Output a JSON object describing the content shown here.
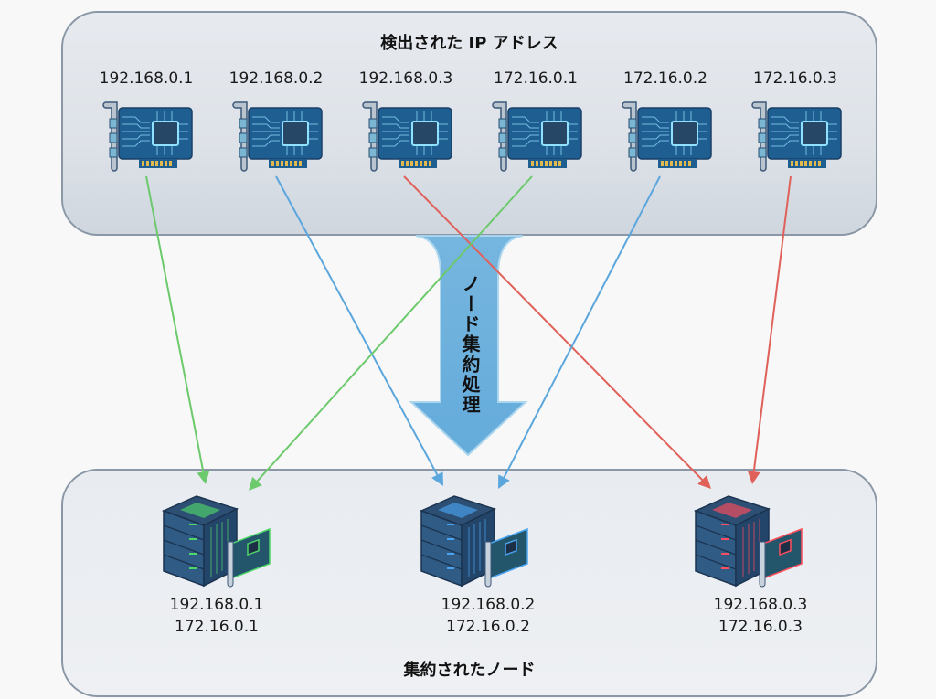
{
  "detected": {
    "title": "検出された IP アドレス",
    "interfaces": [
      {
        "ip": "192.168.0.1",
        "icon": "network-card-icon",
        "group": "node1"
      },
      {
        "ip": "192.168.0.2",
        "icon": "network-card-icon",
        "group": "node2"
      },
      {
        "ip": "192.168.0.3",
        "icon": "network-card-icon",
        "group": "node3"
      },
      {
        "ip": "172.16.0.1",
        "icon": "network-card-icon",
        "group": "node1"
      },
      {
        "ip": "172.16.0.2",
        "icon": "network-card-icon",
        "group": "node2"
      },
      {
        "ip": "172.16.0.3",
        "icon": "network-card-icon",
        "group": "node3"
      }
    ]
  },
  "process": {
    "label": "ノード集約処理",
    "icon": "down-arrow-icon"
  },
  "aggregated": {
    "title": "集約されたノード",
    "nodes": [
      {
        "id": "node1",
        "ips": [
          "192.168.0.1",
          "172.16.0.1"
        ],
        "color": "#6cc96c",
        "icon": "server-icon"
      },
      {
        "id": "node2",
        "ips": [
          "192.168.0.2",
          "172.16.0.2"
        ],
        "color": "#5aa6dd",
        "icon": "server-icon"
      },
      {
        "id": "node3",
        "ips": [
          "192.168.0.3",
          "172.16.0.3"
        ],
        "color": "#e0605a",
        "icon": "server-icon"
      }
    ]
  },
  "colors": {
    "green": "#6cc96c",
    "blue": "#5aa6dd",
    "red": "#e0605a",
    "process_arrow": "#6fb3de"
  }
}
